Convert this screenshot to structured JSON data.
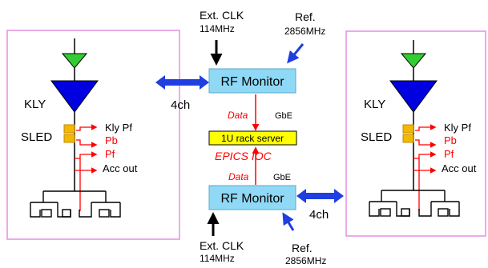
{
  "rf_monitor_top": {
    "label": "RF Monitor"
  },
  "rf_monitor_bottom": {
    "label": "RF Monitor"
  },
  "server": {
    "label": "1U rack server"
  },
  "epics": {
    "label": "EPICS IOC"
  },
  "clk_top": {
    "line1": "Ext. CLK",
    "line2": "114MHz"
  },
  "ref_top": {
    "line1": "Ref.",
    "line2": "2856MHz"
  },
  "clk_bottom": {
    "line1": "Ext. CLK",
    "line2": "114MHz"
  },
  "ref_bottom": {
    "line1": "Ref.",
    "line2": "2856MHz"
  },
  "link_top": {
    "data": "Data",
    "gbe": "GbE"
  },
  "link_bottom": {
    "data": "Data",
    "gbe": "GbE"
  },
  "channels_left": "4ch",
  "channels_right": "4ch",
  "left_station": {
    "kly": "KLY",
    "sled": "SLED",
    "sig_kly_pf": "Kly Pf",
    "sig_pb": "Pb",
    "sig_pf": "Pf",
    "sig_acc_out": "Acc out"
  },
  "right_station": {
    "kly": "KLY",
    "sled": "SLED",
    "sig_kly_pf": "Kly Pf",
    "sig_pb": "Pb",
    "sig_pf": "Pf",
    "sig_acc_out": "Acc out"
  },
  "colors": {
    "box_fill": "#8fd9f6",
    "server_fill": "#ffff00",
    "panel_border": "#e58fe0",
    "accent_red": "#ff0000",
    "arrow_blue": "#1f3fe0",
    "driver_green": "#33cc33",
    "klystron_blue": "#0000e0",
    "sled_orange": "#f5b800"
  }
}
